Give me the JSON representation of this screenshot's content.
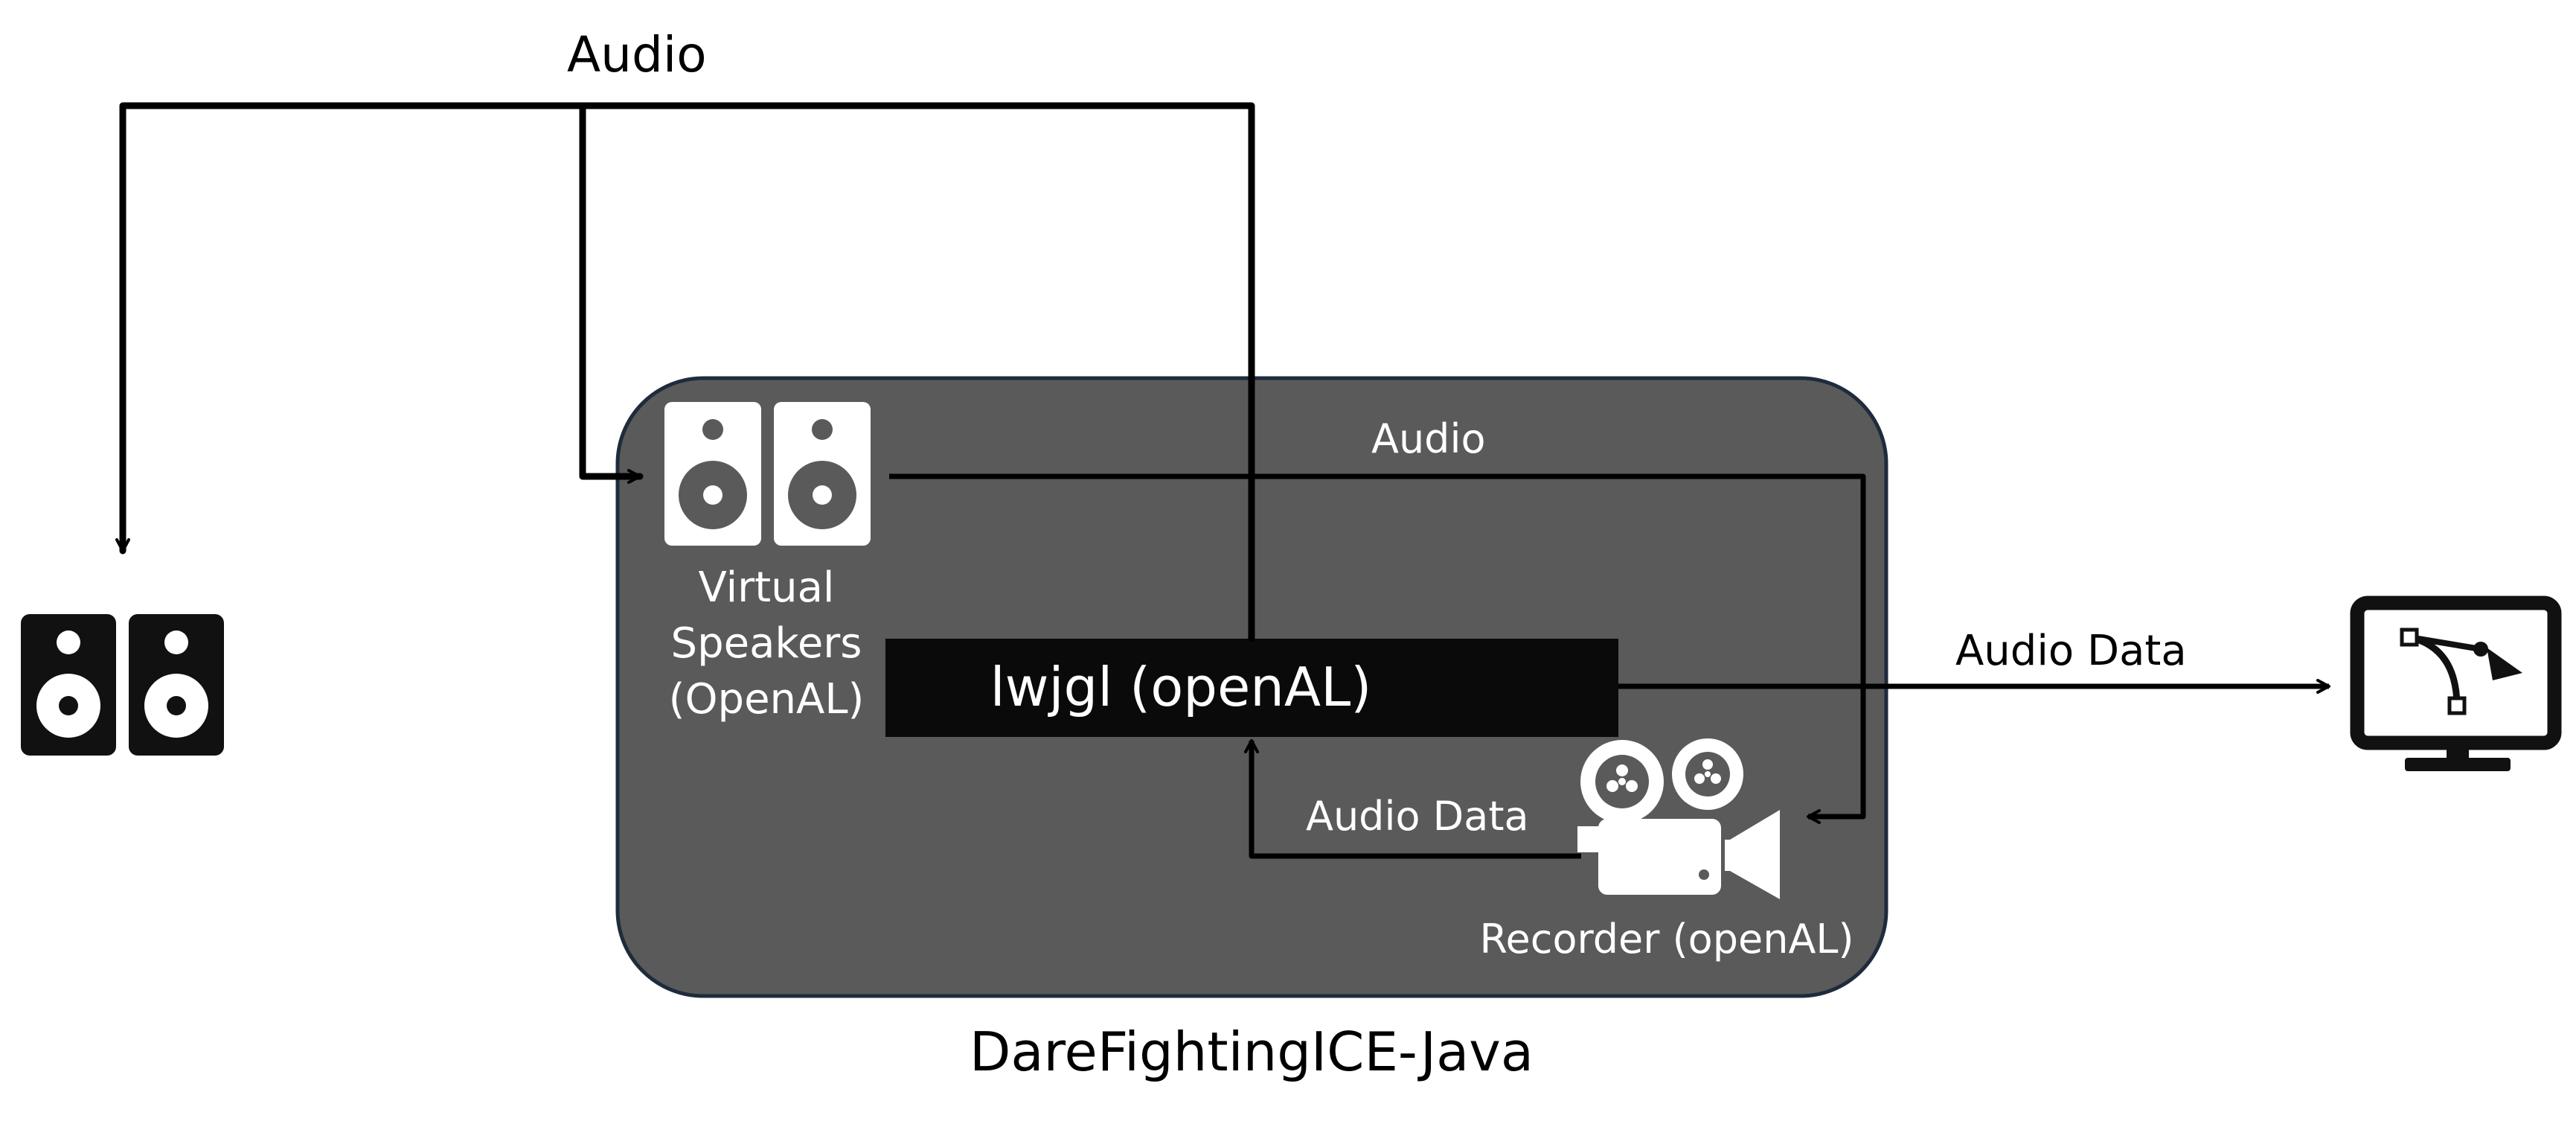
{
  "labels": {
    "audio_top": "Audio",
    "audio_inner": "Audio",
    "virtual_speakers_line1": "Virtual",
    "virtual_speakers_line2": "Speakers",
    "virtual_speakers_line3": "(OpenAL)",
    "lwjgl": "lwjgl (openAL)",
    "audio_data_right": "Audio Data",
    "audio_data_inner": "Audio Data",
    "recorder": "Recorder (openAL)",
    "container": "DareFightingICE-Java"
  },
  "icons": {
    "external_speakers": "speakers-icon",
    "virtual_speakers": "speakers-icon",
    "recorder": "movie-camera-icon",
    "monitor": "monitor-vector-editor-icon"
  },
  "colors": {
    "container_fill": "#5a5a5a",
    "container_stroke": "#1f2b3d",
    "lwjgl_fill": "#0a0a0a",
    "arrow": "#000000",
    "icon_white": "#ffffff",
    "icon_dark": "#111111"
  }
}
